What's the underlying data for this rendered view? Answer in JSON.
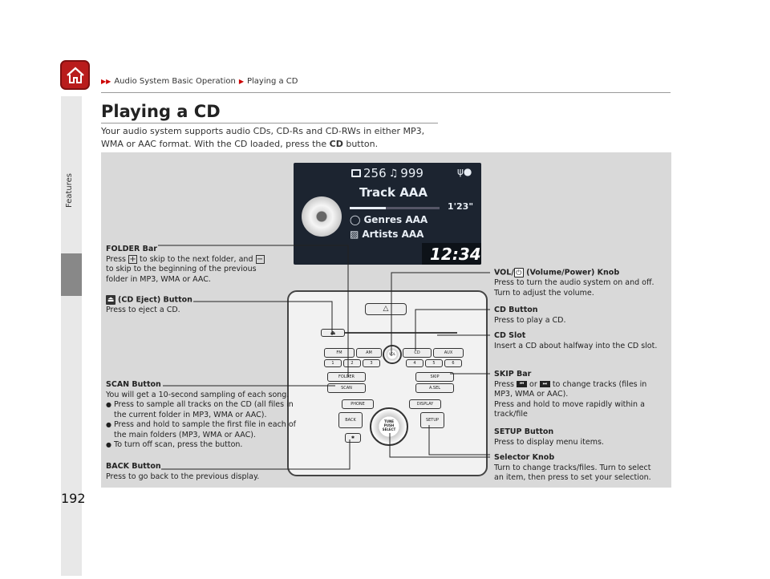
{
  "header": {
    "breadcrumb": [
      "Audio System Basic Operation",
      "Playing a CD"
    ]
  },
  "sidebar": {
    "label": "Features"
  },
  "page_number": "192",
  "title": "Playing a CD",
  "intro": {
    "text1": "Your audio system supports audio CDs, CD-Rs and CD-RWs in either MP3, WMA or AAC format. With the CD loaded, press the ",
    "bold": "CD",
    "text2": " button."
  },
  "screen": {
    "folder_count": "256",
    "track_count": "999",
    "track_name": "Track AAA",
    "elapsed": "1'23\"",
    "genre": "Genres AAA",
    "artist": "Artists AAA",
    "clock": "12:34"
  },
  "console": {
    "fm": "FM",
    "am": "AM",
    "vol": "VOL",
    "cd": "CD",
    "aux": "AUX",
    "presets": [
      "1",
      "2",
      "3",
      "4",
      "5",
      "6"
    ],
    "folder": "FOLDER",
    "skip": "SKIP",
    "scan": "SCAN",
    "asel": "A.SEL",
    "phone": "PHONE",
    "display": "DISPLAY",
    "back": "BACK",
    "setup": "SETUP",
    "tune": "TUNE",
    "push": "PUSH",
    "select": "SELECT"
  },
  "callouts": {
    "folder_bar": {
      "title": "FOLDER Bar",
      "l1a": "Press ",
      "l1b": " to skip to the next folder, and ",
      "l2": "to skip to the beginning of the previous",
      "l3": "folder in MP3, WMA or AAC.",
      "plus": "+",
      "minus": "−"
    },
    "cd_eject": {
      "title": "(CD Eject) Button",
      "desc": "Press to eject a CD."
    },
    "scan": {
      "title": "SCAN Button",
      "desc": "You will get a 10-second sampling of each song.",
      "b1": "Press to sample all tracks on the CD (all files in the current folder in MP3, WMA or AAC).",
      "b2": "Press and hold to sample the first file in each of the main folders (MP3, WMA or AAC).",
      "b3": "To turn off scan, press the button."
    },
    "back": {
      "title": "BACK Button",
      "desc": "Press to go back to the previous display."
    },
    "vol": {
      "title_a": "VOL/",
      "title_b": " (Volume/Power) Knob",
      "l1": "Press to turn the audio system on and off.",
      "l2": "Turn to adjust the volume."
    },
    "cd_button": {
      "title": "CD Button",
      "desc": "Press to play a CD."
    },
    "cd_slot": {
      "title": "CD Slot",
      "desc": "Insert a CD about halfway into the CD slot."
    },
    "skip": {
      "title": "SKIP Bar",
      "l1a": "Press ",
      "l1b": " or ",
      "l1c": " to change tracks (files in",
      "l2": "MP3, WMA or AAC).",
      "l3": "Press and hold to move rapidly within a",
      "l4": "track/file"
    },
    "setup": {
      "title": "SETUP Button",
      "desc": "Press to display menu items."
    },
    "selector": {
      "title": "Selector Knob",
      "l1": "Turn to change tracks/files. Turn to select",
      "l2": "an item, then press to set your selection."
    }
  }
}
